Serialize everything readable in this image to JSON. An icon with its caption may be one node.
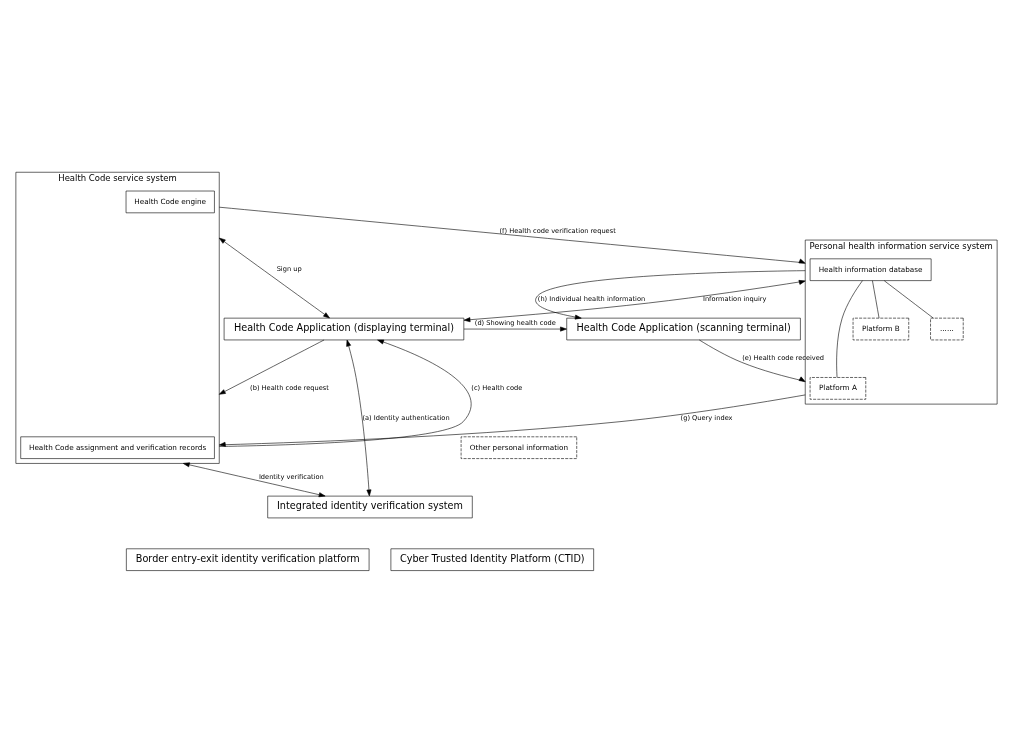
{
  "diagram": {
    "nodes": [
      {
        "text": [
          "Health Code Application (scanning terminal)"
        ]
      },
      {
        "text": [
          "Health Code Application (displaying terminal)"
        ]
      },
      {
        "text": [
          "Personal health information service system"
        ]
      },
      {
        "text": [
          "Health information database"
        ],
        "in": 2
      },
      {
        "text": [
          "Platform A"
        ],
        "in": 2
      },
      {
        "text": [
          "Platform B"
        ],
        "in": 2
      },
      {
        "text": [
          "......"
        ],
        "in": 2
      },
      {
        "text": [
          "Other personal information"
        ]
      },
      {
        "text": [
          "Health Code service system"
        ]
      },
      {
        "text": [
          "Health Code engine"
        ],
        "in": 8
      },
      {
        "text": [
          "Health Code assignment and verification records"
        ],
        "in": 8
      },
      {
        "text": [
          "Integrated identity verification system"
        ]
      },
      {
        "text": [
          "Border entry-exit identity verification platform"
        ]
      },
      {
        "text": [
          "Cyber Trusted Identity Platform (CTID)"
        ]
      }
    ],
    "edges": [
      {
        "from": 1,
        "to": 0,
        "arrow": "to",
        "label": "(d) Showing health code"
      },
      {
        "from": 2,
        "to": 0,
        "arrow": "to",
        "label": "(h) Individual health information"
      },
      {
        "from": 0,
        "to": 2,
        "arrow": "to",
        "label": "(e) Health code received"
      },
      {
        "from": 2,
        "to": 1,
        "arrow": "both",
        "label": "Information inquiry"
      },
      {
        "from": 8,
        "to": 1,
        "arrow": "to",
        "label": "(c) Health code"
      },
      {
        "from": 1,
        "to": 8,
        "arrow": "to",
        "label": "(b) Health code request"
      },
      {
        "from": 1,
        "to": 8,
        "arrow": "both",
        "label": "Sign up"
      },
      {
        "from": 1,
        "to": 11,
        "arrow": "both",
        "label": "(a) Identity authentication"
      },
      {
        "from": 8,
        "to": 2,
        "arrow": "to",
        "label": "(f) Health code verification request"
      },
      {
        "from": 2,
        "to": 8,
        "arrow": "to",
        "label": "(g) Query index"
      },
      {
        "from": 3,
        "to": 4,
        "arrow": "none"
      },
      {
        "from": 3,
        "to": 5,
        "arrow": "none"
      },
      {
        "from": 3,
        "to": 6,
        "arrow": "none"
      },
      {
        "from": 8,
        "to": 11,
        "arrow": "both",
        "label": "Identity verification"
      }
    ]
  }
}
